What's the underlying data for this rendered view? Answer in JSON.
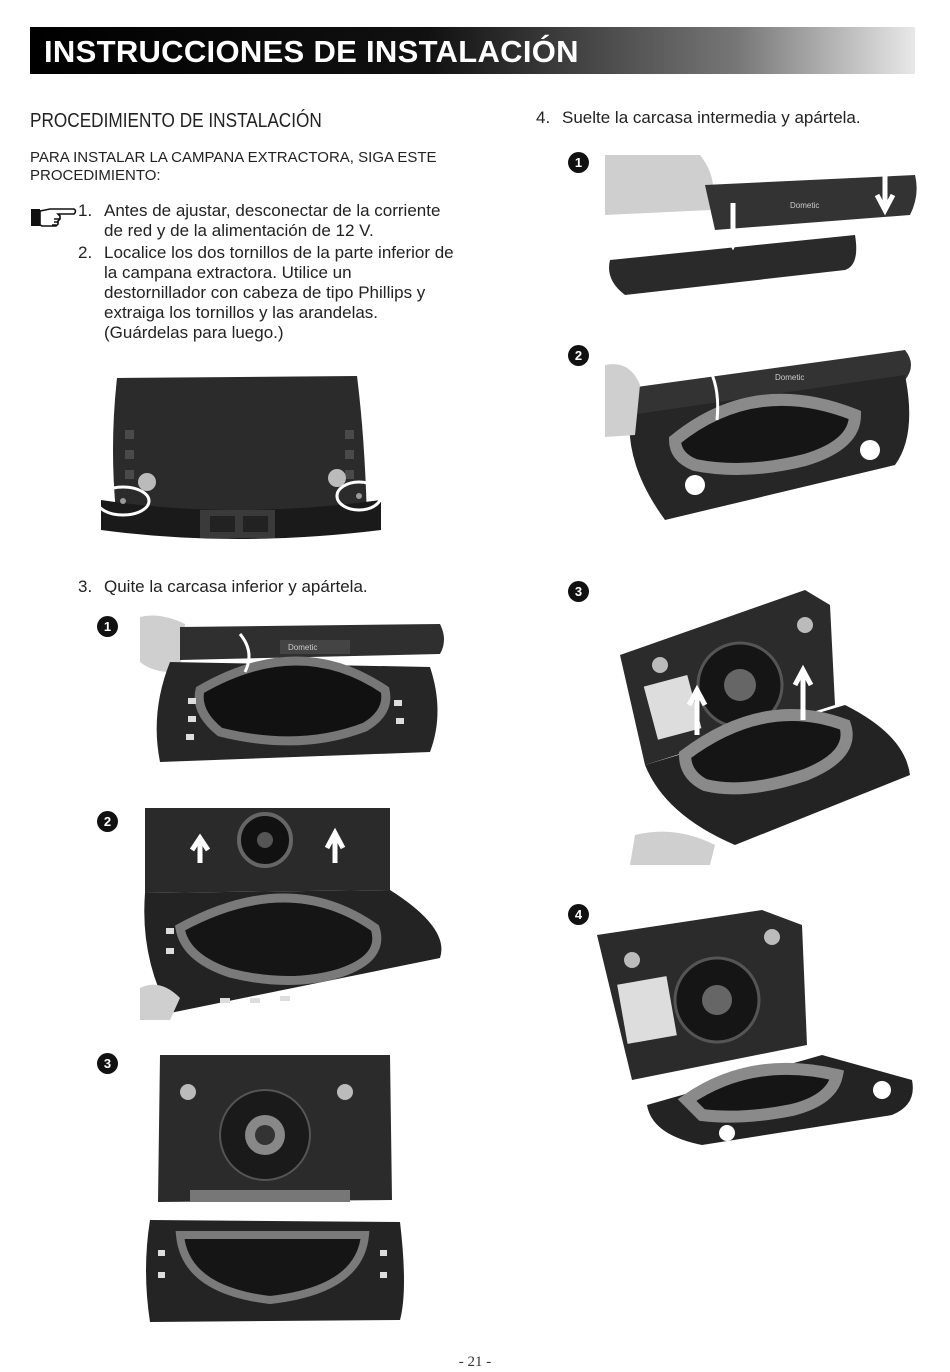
{
  "header": {
    "title": "INSTRUCCIONES DE INSTALACIÓN"
  },
  "section": {
    "heading": "PROCEDIMIENTO DE INSTALACIÓN",
    "intro": "PARA INSTALAR LA CAMPANA EXTRACTORA, SIGA ESTE PROCEDIMIENTO:"
  },
  "steps": [
    {
      "num": "1.",
      "text": "Antes de ajustar, desconectar de la corriente de red y de la alimentación de 12 V.",
      "icon": "pointing-hand-icon"
    },
    {
      "num": "2.",
      "text": "Localice los dos tornillos de la parte inferior de la campana extractora. Utilice un destornillador con cabeza de tipo Phillips y extraiga los tornillos y las arandelas. (Guárdelas para luego.)"
    },
    {
      "num": "3.",
      "text": "Quite la carcasa inferior y apártela."
    },
    {
      "num": "4.",
      "text": "Suelte la carcasa intermedia y apártela."
    }
  ],
  "badges": {
    "b1": "1",
    "b2": "2",
    "b3": "3",
    "b4": "4"
  },
  "photo_labels": {
    "brand": "Dometic"
  },
  "footer": {
    "page": "- 21 -"
  },
  "colors": {
    "banner": "#000000",
    "badge": "#111111"
  }
}
